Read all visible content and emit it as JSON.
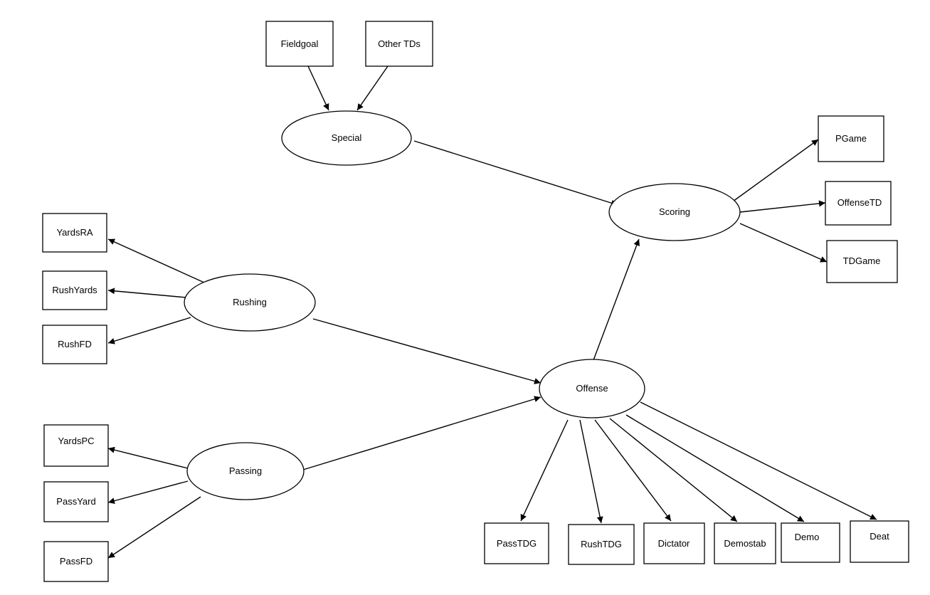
{
  "diagram": {
    "latent": {
      "special": "Special",
      "scoring": "Scoring",
      "rushing": "Rushing",
      "offense": "Offense",
      "passing": "Passing"
    },
    "observed": {
      "fieldgoal": "Fieldgoal",
      "other_tds": "Other TDs",
      "pgame": "PGame",
      "offense_td": "OffenseTD",
      "td_game": "TDGame",
      "yards_ra": "YardsRA",
      "rush_yards": "RushYards",
      "rush_fd": "RushFD",
      "yards_pc": "YardsPC",
      "pass_yard": "PassYard",
      "pass_fd": "PassFD",
      "pass_tdg": "PassTDG",
      "rush_tdg": "RushTDG",
      "dictator": "Dictator",
      "demostab": "Demostab",
      "demo": "Demo",
      "deat": "Deat"
    },
    "edges": [
      {
        "from": "fieldgoal",
        "to": "special"
      },
      {
        "from": "other_tds",
        "to": "special"
      },
      {
        "from": "special",
        "to": "scoring"
      },
      {
        "from": "scoring",
        "to": "pgame"
      },
      {
        "from": "scoring",
        "to": "offense_td"
      },
      {
        "from": "scoring",
        "to": "td_game"
      },
      {
        "from": "rushing",
        "to": "yards_ra"
      },
      {
        "from": "rushing",
        "to": "rush_yards"
      },
      {
        "from": "rushing",
        "to": "rush_fd"
      },
      {
        "from": "rushing",
        "to": "offense"
      },
      {
        "from": "passing",
        "to": "offense"
      },
      {
        "from": "passing",
        "to": "yards_pc"
      },
      {
        "from": "passing",
        "to": "pass_yard"
      },
      {
        "from": "passing",
        "to": "pass_fd"
      },
      {
        "from": "offense",
        "to": "scoring"
      },
      {
        "from": "offense",
        "to": "pass_tdg"
      },
      {
        "from": "offense",
        "to": "rush_tdg"
      },
      {
        "from": "offense",
        "to": "dictator"
      },
      {
        "from": "offense",
        "to": "demostab"
      },
      {
        "from": "offense",
        "to": "demo"
      },
      {
        "from": "offense",
        "to": "deat"
      }
    ]
  }
}
